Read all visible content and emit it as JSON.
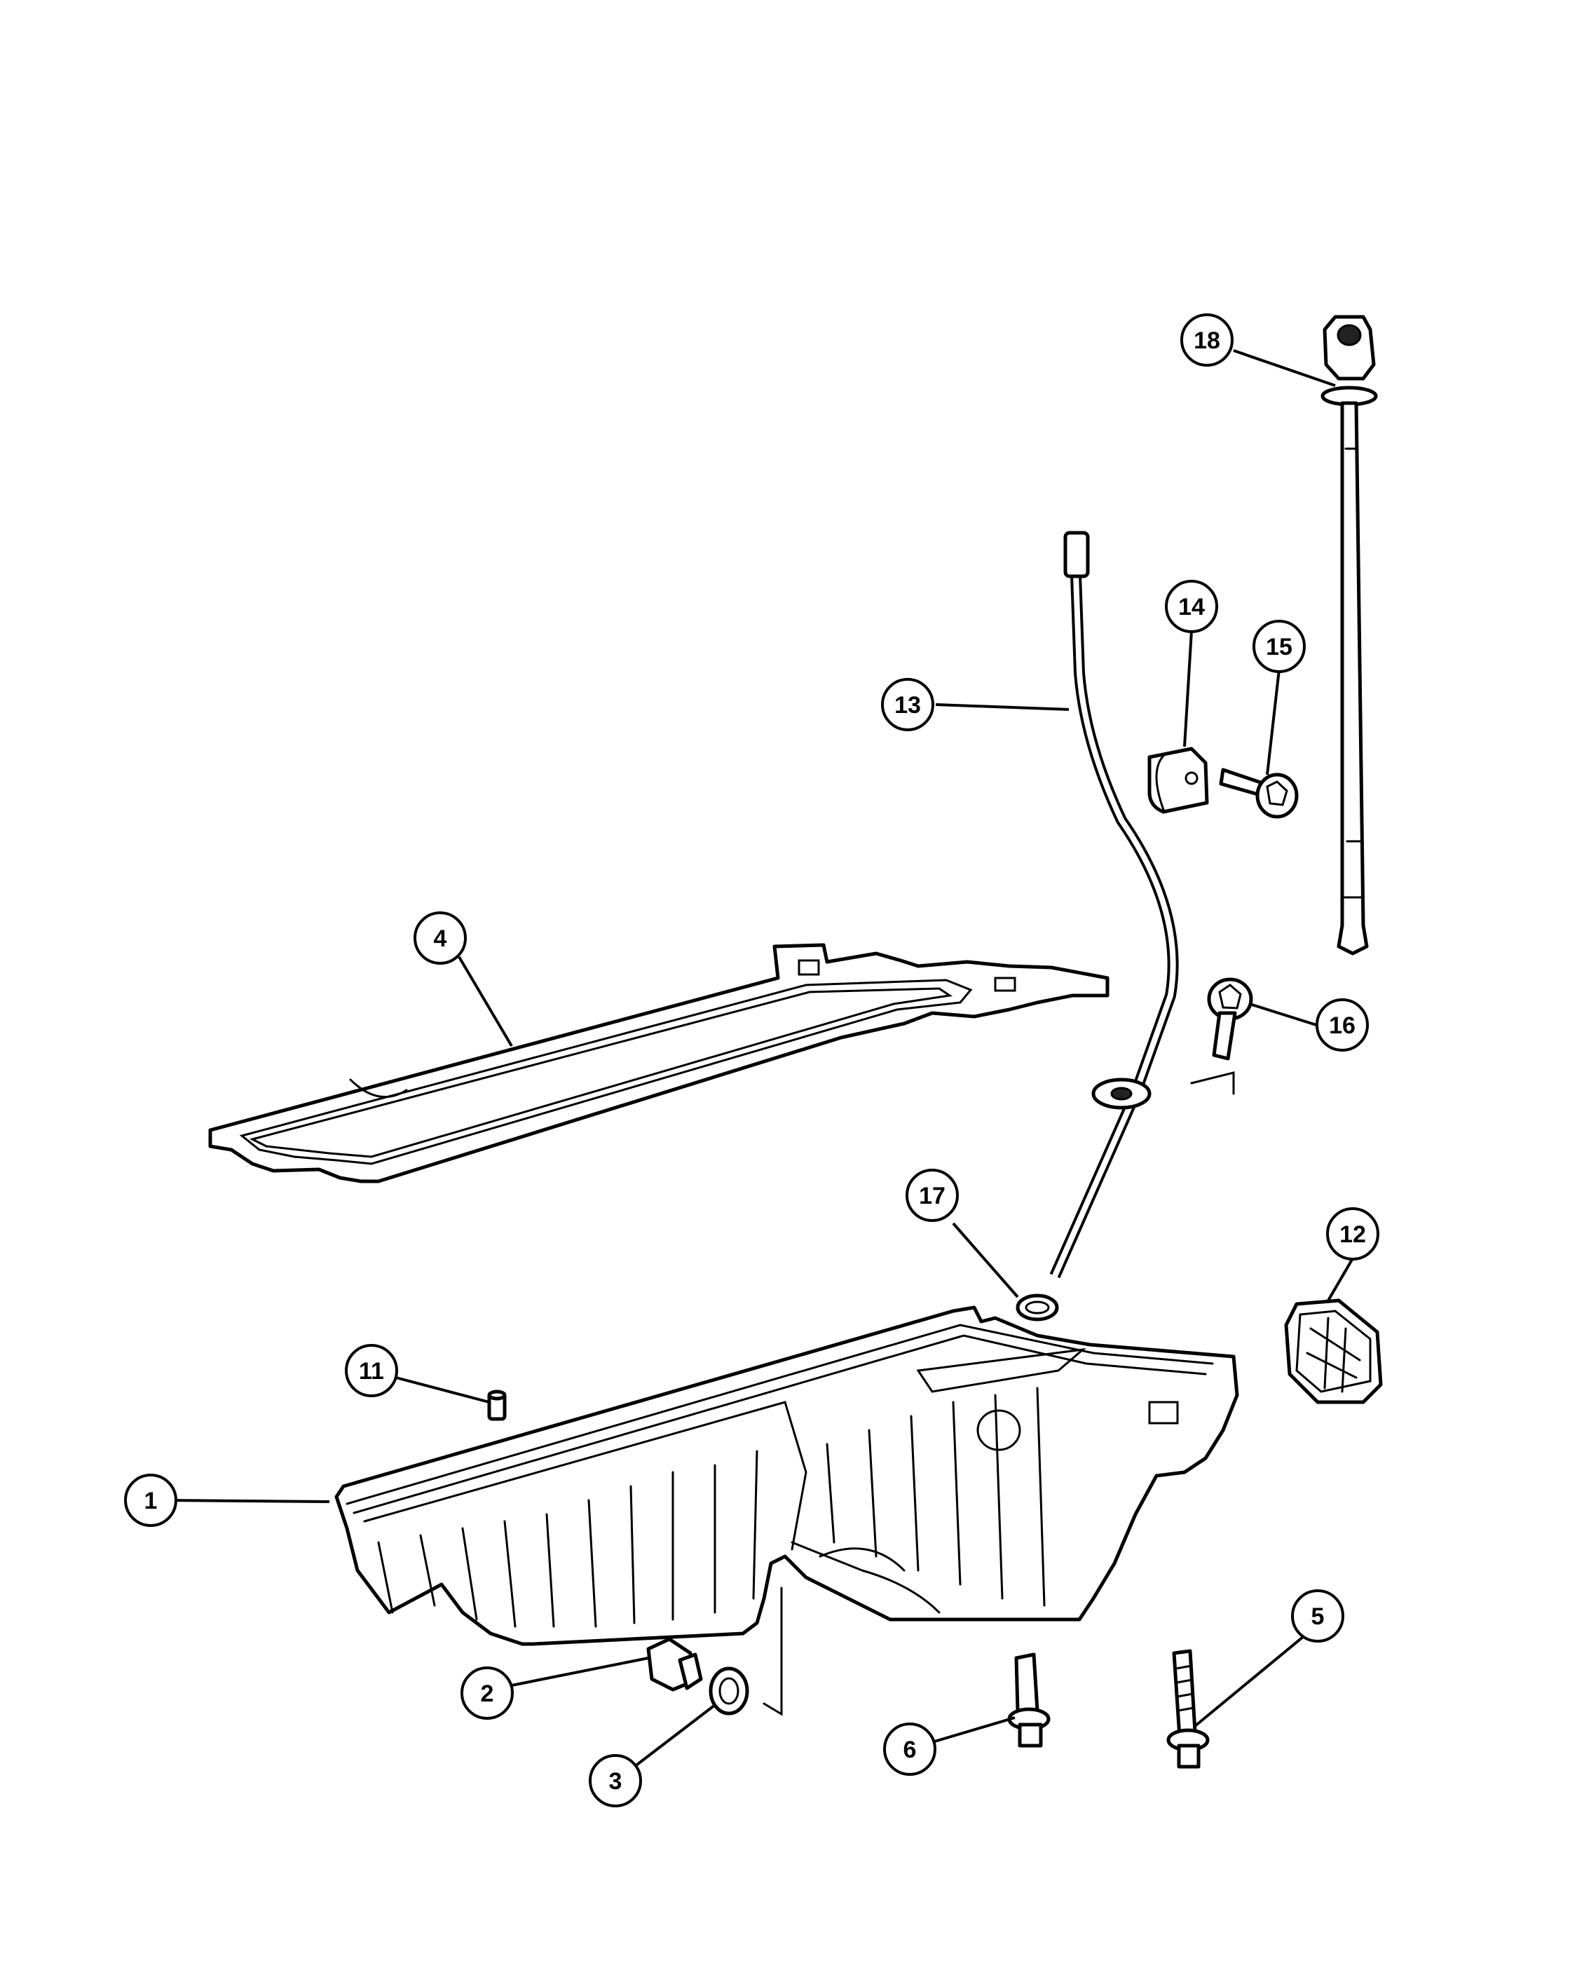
{
  "callouts": {
    "c1": "1",
    "c2": "2",
    "c3": "3",
    "c4": "4",
    "c5": "5",
    "c6": "6",
    "c11": "11",
    "c12": "12",
    "c13": "13",
    "c14": "14",
    "c15": "15",
    "c16": "16",
    "c17": "17",
    "c18": "18"
  }
}
